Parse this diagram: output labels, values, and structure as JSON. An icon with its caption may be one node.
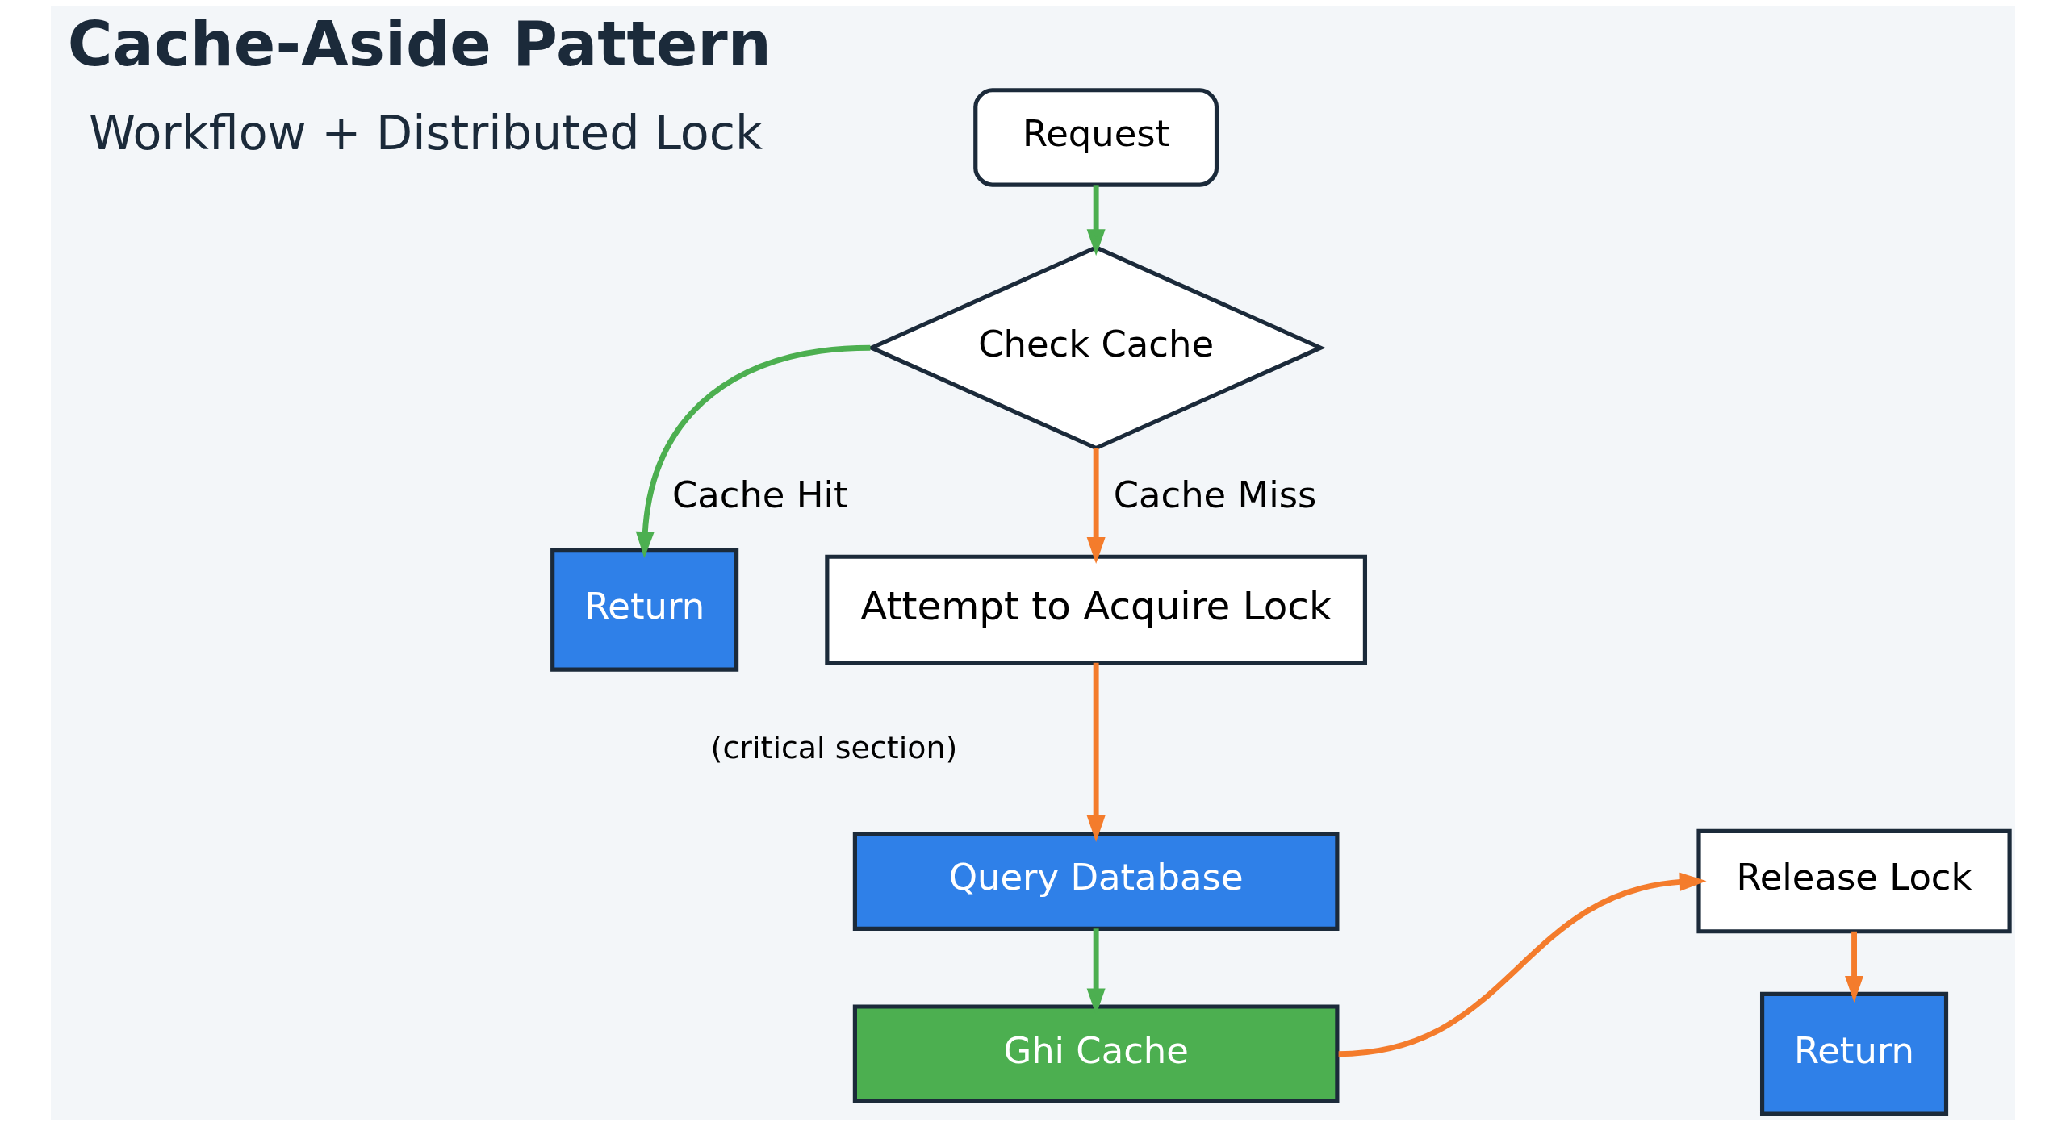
{
  "diagram": {
    "title": "Cache-Aside Pattern",
    "nodes": [
      {
        "text": [
          "Request"
        ]
      },
      {
        "text": [
          "Check Cache"
        ]
      },
      {
        "text": [
          "Return"
        ]
      },
      {
        "text": [
          "Attempt to Acquire Lock"
        ],
        "beside": [
          "(critical section)"
        ]
      },
      {
        "text": [
          "Query Database"
        ]
      },
      {
        "text": [
          "Ghi Cache"
        ]
      },
      {
        "text": [
          "Release Lock"
        ]
      },
      {
        "text": [
          "Return"
        ]
      }
    ],
    "edges": [
      {
        "from": 0,
        "to": 1,
        "arrow": "to",
        "color": "#4caf50"
      },
      {
        "from": 1,
        "to": 2,
        "arrow": "to",
        "label": "Cache Hit",
        "color": "#4caf50"
      },
      {
        "from": 1,
        "to": 3,
        "arrow": "to",
        "label": "Cache Miss"
      },
      {
        "from": 3,
        "to": 4,
        "arrow": "to"
      },
      {
        "from": 4,
        "to": 5,
        "arrow": "to",
        "color": "#4caf50"
      },
      {
        "from": 5,
        "to": 6,
        "arrow": "to"
      },
      {
        "from": 6,
        "to": 7,
        "arrow": "to"
      }
    ],
    "labels": [
      "Workflow + Distributed Lock"
    ]
  }
}
